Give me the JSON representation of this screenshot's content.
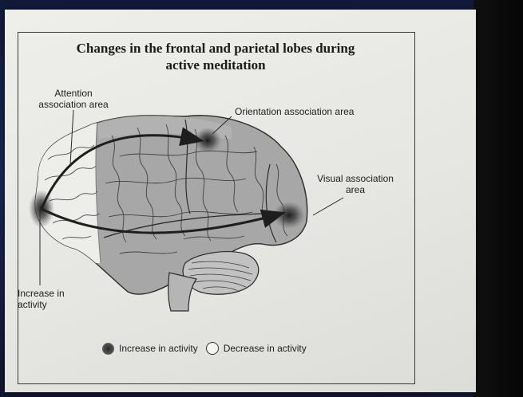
{
  "title": {
    "line1": "Changes in the frontal and parietal lobes during",
    "line2": "active meditation"
  },
  "labels": {
    "attention_line1": "Attention",
    "attention_line2": "association area",
    "orientation": "Orientation association area",
    "visual_line1": "Visual association",
    "visual_line2": "area",
    "increase_line1": "Increase in",
    "increase_line2": "activity"
  },
  "legend": {
    "increase": "Increase in activity",
    "decrease": "Decrease in activity"
  }
}
